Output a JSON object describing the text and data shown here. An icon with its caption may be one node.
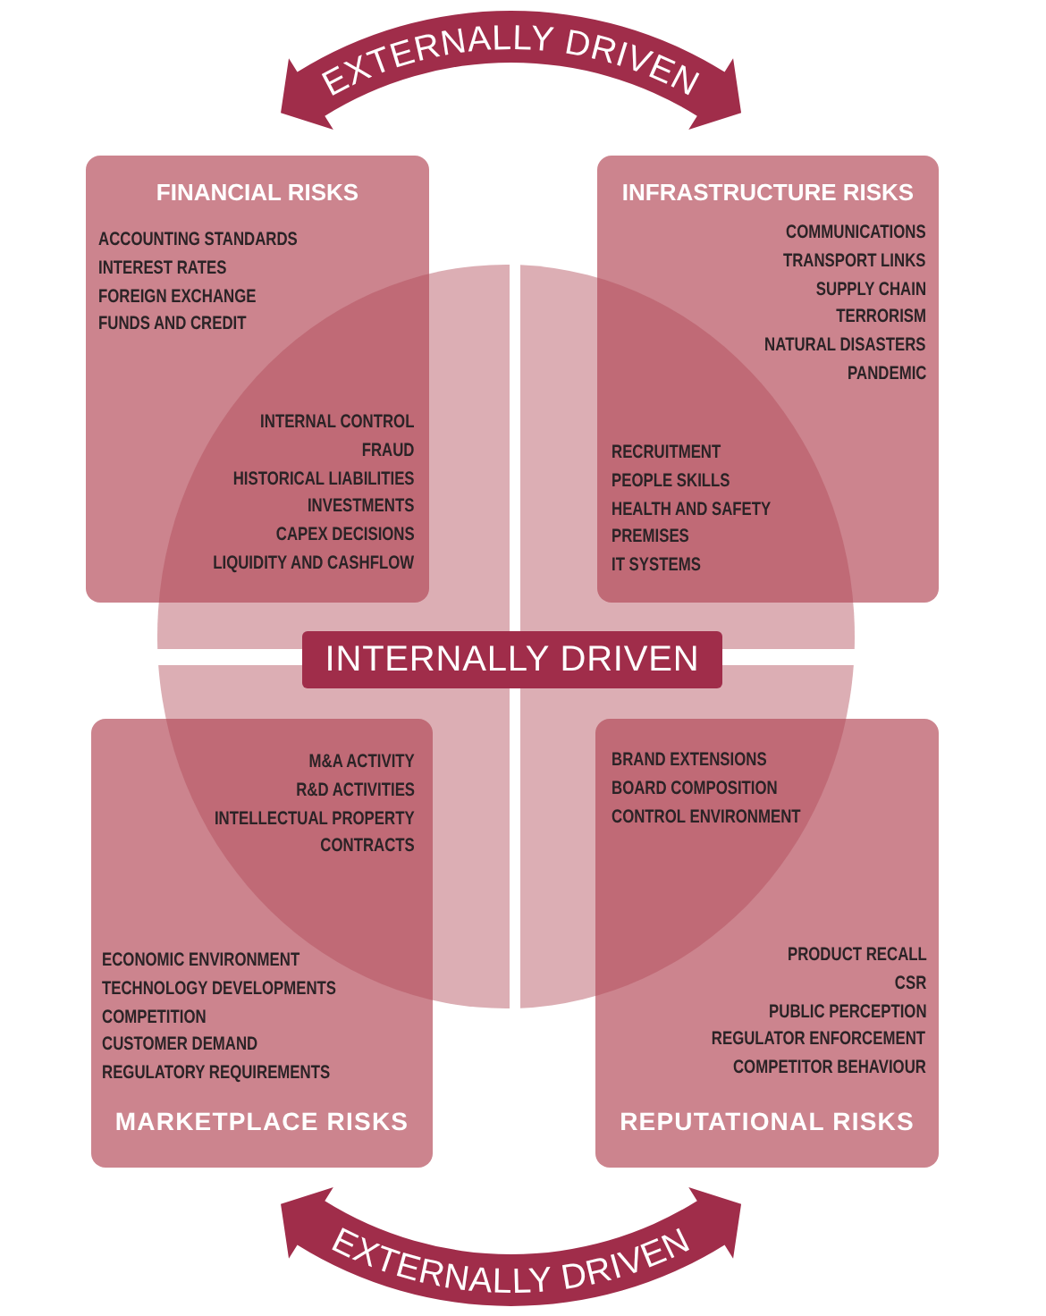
{
  "diagram": {
    "nodes": [
      {
        "text": [
          "EXTERNALLY DRIVEN"
        ]
      },
      {
        "text": [
          "FINANCIAL RISKS",
          "ACCOUNTING STANDARDS",
          "INTEREST RATES",
          "FOREIGN EXCHANGE",
          "FUNDS AND CREDIT",
          "INTERNAL CONTROL",
          "FRAUD",
          "HISTORICAL LIABILITIES",
          "INVESTMENTS",
          "CAPEX DECISIONS",
          "LIQUIDITY AND CASHFLOW"
        ]
      },
      {
        "text": [
          "INFRASTRUCTURE RISKS",
          "COMMUNICATIONS",
          "TRANSPORT LINKS",
          "SUPPLY CHAIN",
          "TERRORISM",
          "NATURAL DISASTERS",
          "PANDEMIC",
          "RECRUITMENT",
          "PEOPLE SKILLS",
          "HEALTH AND SAFETY",
          "PREMISES",
          "IT SYSTEMS"
        ]
      },
      {
        "text": [],
        "shape": "circle"
      },
      {
        "text": [
          "INTERNALLY DRIVEN"
        ],
        "in": 3
      },
      {
        "text": [
          "M&A ACTIVITY",
          "R&D ACTIVITIES",
          "INTELLECTUAL PROPERTY",
          "CONTRACTS",
          "ECONOMIC ENVIRONMENT",
          "TECHNOLOGY DEVELOPMENTS",
          "COMPETITION",
          "CUSTOMER DEMAND",
          "REGULATORY REQUIREMENTS",
          "MARKETPLACE RISKS"
        ]
      },
      {
        "text": [
          "BRAND EXTENSIONS",
          "BOARD COMPOSITION",
          "CONTROL ENVIRONMENT",
          "PRODUCT RECALL",
          "CSR",
          "PUBLIC PERCEPTION",
          "REGULATOR ENFORCEMENT",
          "COMPETITOR BEHAVIOUR",
          "REPUTATIONAL RISKS"
        ]
      },
      {
        "text": [
          "EXTERNALLY DRIVEN"
        ]
      }
    ]
  }
}
